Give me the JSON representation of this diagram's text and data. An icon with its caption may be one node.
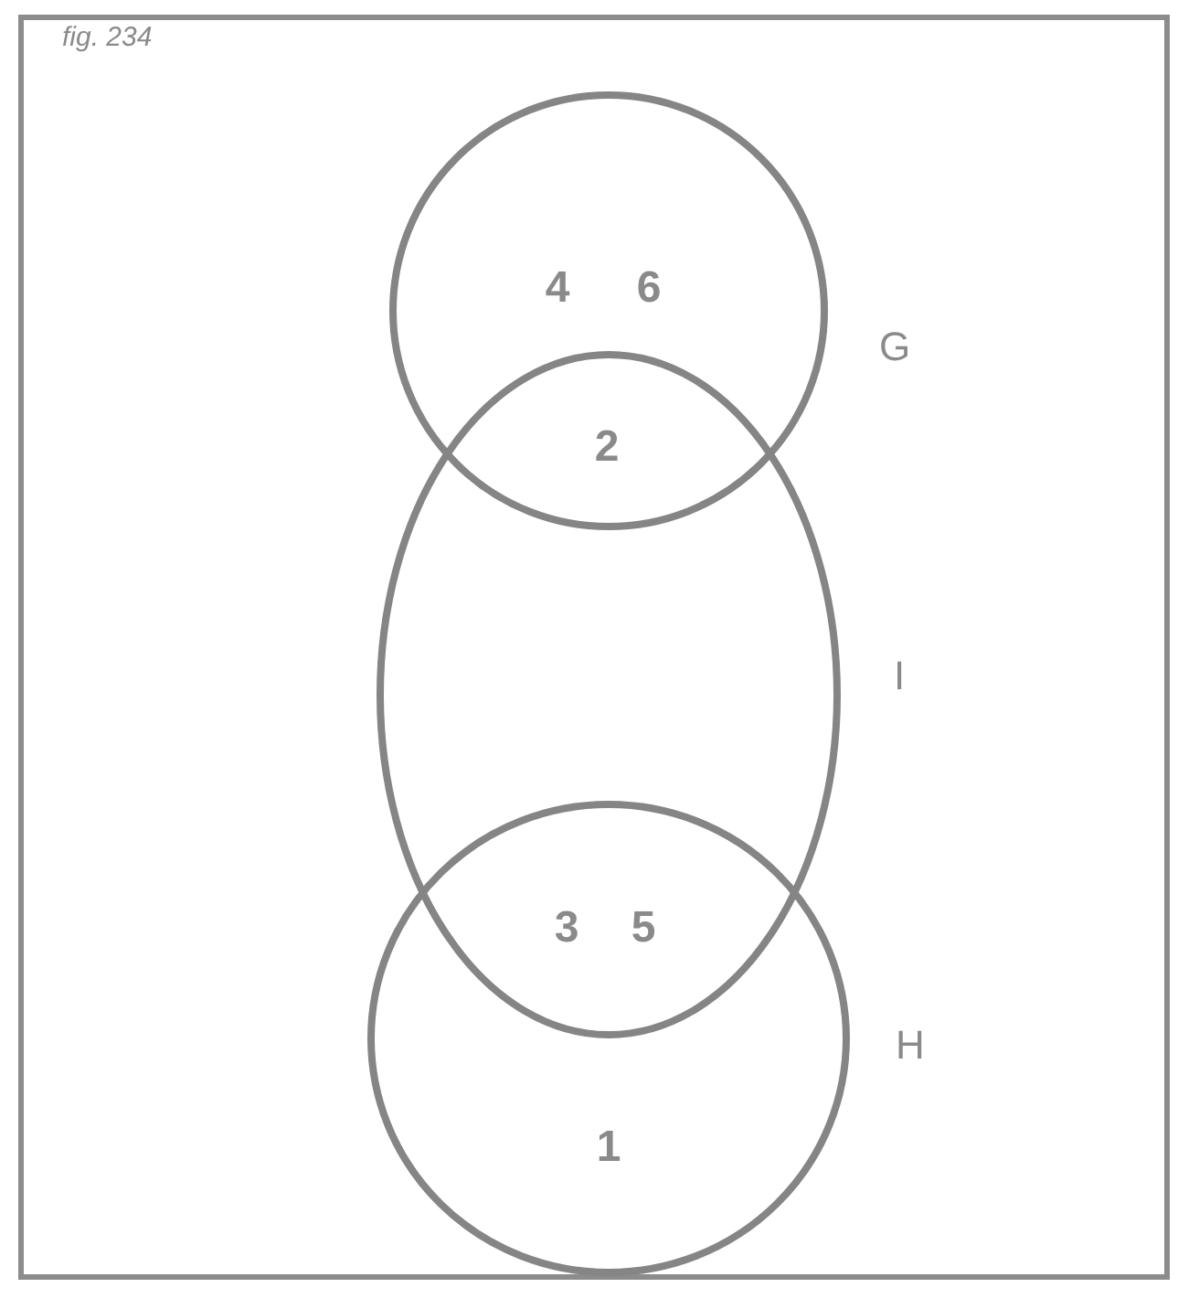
{
  "diagram": {
    "title": "fig. 234",
    "nodes": [
      {
        "text": [
          "G"
        ]
      },
      {
        "text": [
          "I"
        ]
      },
      {
        "text": [
          "H"
        ]
      }
    ],
    "labels": [
      "4",
      "6",
      "2",
      "3",
      "5",
      "1"
    ]
  }
}
